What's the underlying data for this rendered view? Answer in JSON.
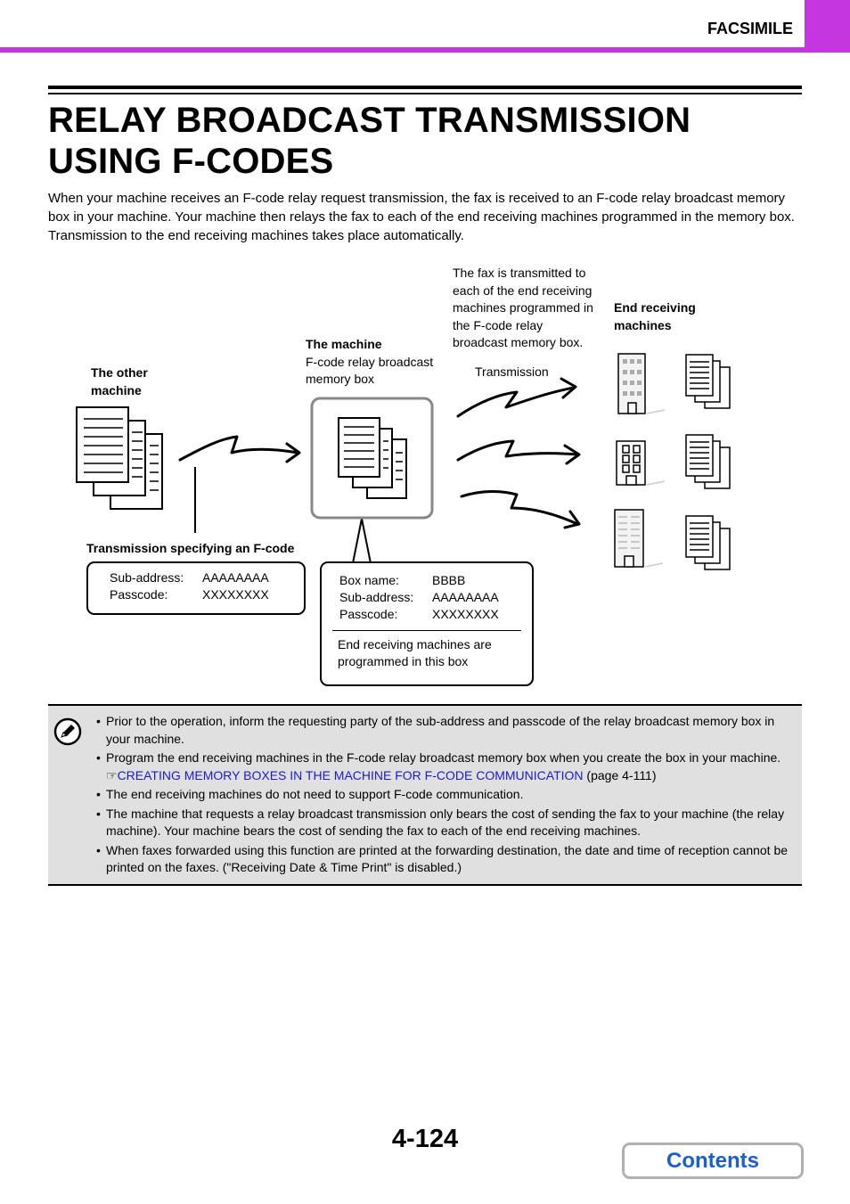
{
  "header": {
    "section": "FACSIMILE",
    "accent": "#c535e0"
  },
  "title": {
    "line1": "RELAY BROADCAST TRANSMISSION",
    "line2": "USING F-CODES"
  },
  "intro": "When your machine receives an F-code relay request transmission, the fax is received to an F-code relay broadcast memory box in your machine. Your machine then relays the fax to each of the end receiving machines programmed in the memory box. Transmission to the end receiving machines takes place automatically.",
  "diagram": {
    "other_machine": {
      "line1": "The other",
      "line2": "machine"
    },
    "the_machine": {
      "title": "The machine",
      "line1": "F-code relay broadcast",
      "line2": "memory box"
    },
    "fax_note": [
      "The fax is transmitted to",
      "each of the end receiving",
      "machines programmed in",
      "the F-code relay",
      "broadcast memory box."
    ],
    "end_receiving": {
      "line1": "End receiving",
      "line2": "machines"
    },
    "transmission_label": "Transmission",
    "fcode_label": "Transmission specifying an F-code",
    "left_box": {
      "sub_address_label": "Sub-address:",
      "sub_address_value": "AAAAAAAA",
      "passcode_label": "Passcode:",
      "passcode_value": "XXXXXXXX"
    },
    "right_box": {
      "box_name_label": "Box name:",
      "box_name_value": "BBBB",
      "sub_address_label": "Sub-address:",
      "sub_address_value": "AAAAAAAA",
      "passcode_label": "Passcode:",
      "passcode_value": "XXXXXXXX",
      "note_line1": "End receiving machines are",
      "note_line2": "programmed in this box"
    }
  },
  "notes": {
    "icon": "pencil-note-icon",
    "items": [
      "Prior to the operation, inform the requesting party of the sub-address and passcode of the relay broadcast memory box in your machine.",
      "Program the end receiving machines in the F-code relay broadcast memory box when you create the box in your machine.",
      "The end receiving machines do not need to support F-code communication.",
      "The machine that requests a relay broadcast transmission only bears the cost of sending the fax to your machine (the relay machine). Your machine bears the cost of sending the fax to each of the end receiving machines.",
      "When faxes forwarded using this function are printed at the forwarding destination, the date and time of reception cannot be printed on the faxes. (\"Receiving Date & Time Print\" is disabled.)"
    ],
    "ref_symbol": "☞",
    "ref_link": "CREATING MEMORY BOXES IN THE MACHINE FOR F-CODE COMMUNICATION",
    "ref_page": "(page 4-111)"
  },
  "footer": {
    "page": "4-124",
    "contents": "Contents"
  }
}
